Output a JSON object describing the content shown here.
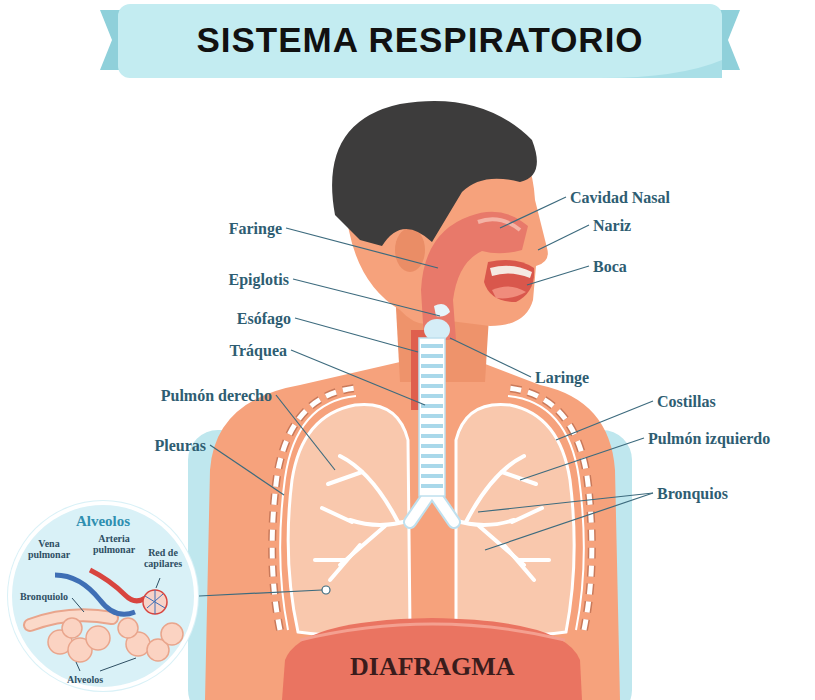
{
  "diagram": {
    "title": "SISTEMA RESPIRATORIO",
    "nodes": [
      {
        "text": [
          "Alveolos"
        ]
      }
    ],
    "labels": [
      "Cavidad Nasal",
      "Nariz",
      "Faringe",
      "Boca",
      "Epiglotis",
      "Esófago",
      "Laringe",
      "Tráquea",
      "Costillas",
      "Pulmón derecho",
      "Pulmón izquierdo",
      "Pleuras",
      "Bronquios",
      "DIAFRAGMA",
      "Vena pulmonar",
      "Arteria pulmonar",
      "Red de capilares",
      "Bronquiolo",
      "Alveolos"
    ]
  }
}
